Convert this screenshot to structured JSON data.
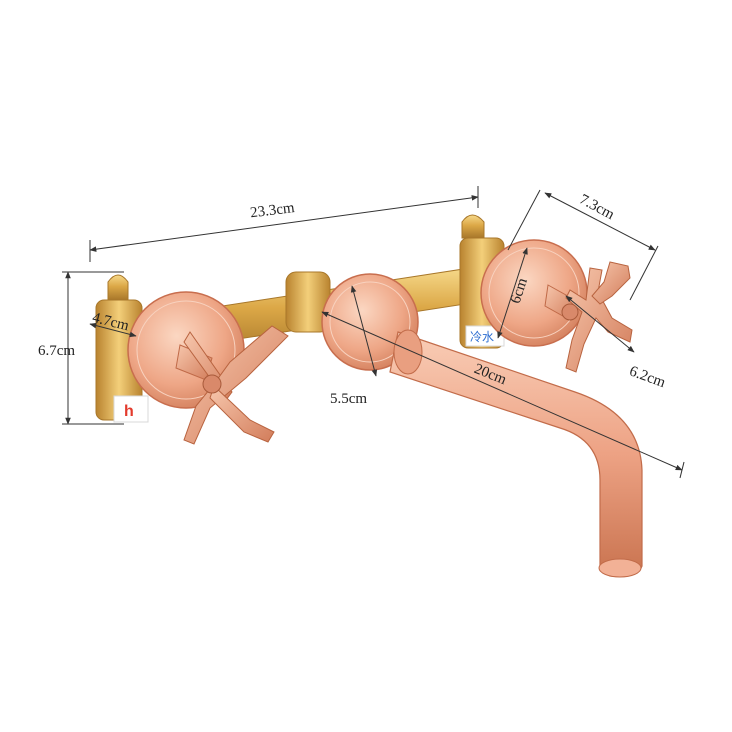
{
  "dimensions": {
    "total_width": "23.3cm",
    "handle_width": "7.3cm",
    "height": "6.7cm",
    "depth": "4.7cm",
    "escutcheon_diameter": "6cm",
    "handle_depth": "6.2cm",
    "plate_diameter": "5.5cm",
    "spout_length": "20cm"
  },
  "valve_labels": {
    "hot": "h",
    "cold": "冷水"
  },
  "colors": {
    "copper_light": "#f6c3a8",
    "copper_mid": "#e89a78",
    "copper_dark": "#c86e4e",
    "brass_light": "#f3cf7a",
    "brass_mid": "#d9a53d",
    "brass_dark": "#a8772a",
    "dimension_line": "#333333"
  }
}
